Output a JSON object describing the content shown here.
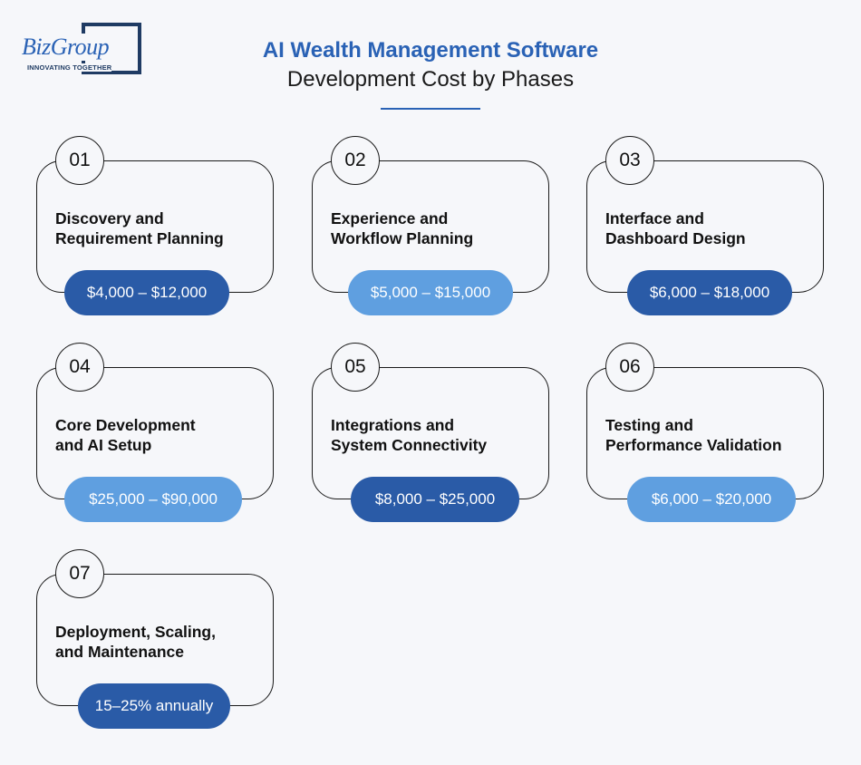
{
  "logo": {
    "word": "BizGroup",
    "tagline": "INNOVATING TOGETHER"
  },
  "title": {
    "line1": "AI Wealth Management Software",
    "line2": "Development Cost by Phases"
  },
  "phases": [
    {
      "number": "01",
      "label": "Discovery and\nRequirement Planning",
      "cost": "$4,000 – $12,000"
    },
    {
      "number": "02",
      "label": "Experience and\nWorkflow Planning",
      "cost": "$5,000 – $15,000"
    },
    {
      "number": "03",
      "label": "Interface and\nDashboard Design",
      "cost": "$6,000 – $18,000"
    },
    {
      "number": "04",
      "label": "Core Development\nand AI Setup",
      "cost": "$25,000 – $90,000"
    },
    {
      "number": "05",
      "label": "Integrations and\nSystem Connectivity",
      "cost": "$8,000 – $25,000"
    },
    {
      "number": "06",
      "label": "Testing and\nPerformance Validation",
      "cost": "$6,000 – $20,000"
    },
    {
      "number": "07",
      "label": "Deployment, Scaling,\nand Maintenance",
      "cost": "15–25% annually"
    }
  ],
  "colors": {
    "accent": "#2a62b5",
    "pill_dark": "#2a5ba7",
    "pill_light": "#5f9fe0"
  }
}
